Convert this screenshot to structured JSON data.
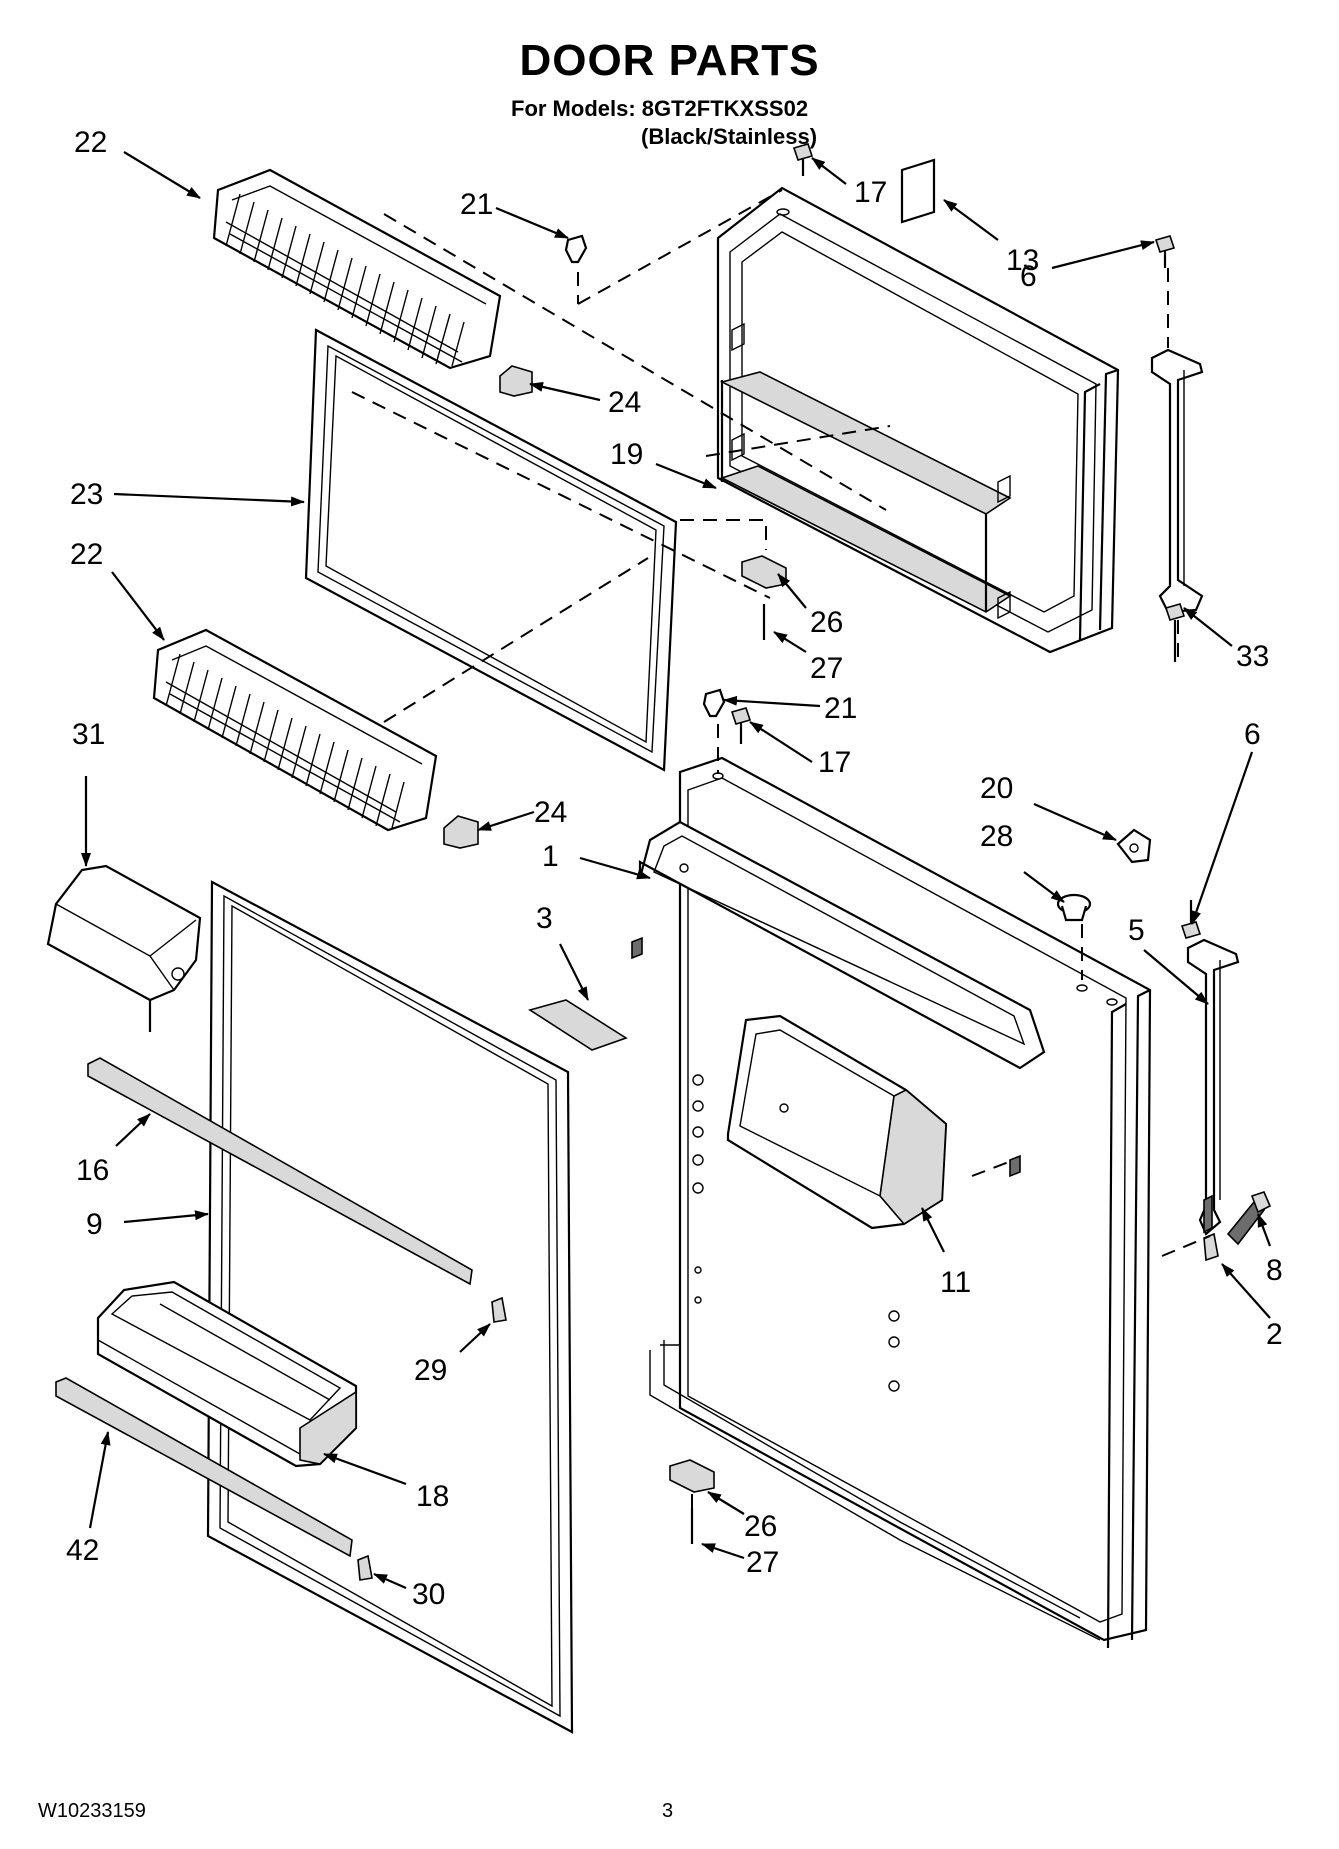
{
  "header": {
    "title": "DOOR PARTS",
    "models_line": "For Models: 8GT2FTKXSS02",
    "variant_line": "(Black/Stainless)"
  },
  "footer": {
    "doc_number": "W10233159",
    "page_number": "3"
  },
  "callouts": {
    "c22a": "22",
    "c21a": "21",
    "c17a": "17",
    "c13": "13",
    "c6a": "6",
    "c24a": "24",
    "c19": "19",
    "c23": "23",
    "c22b": "22",
    "c26a": "26",
    "c27a": "27",
    "c33": "33",
    "c21b": "21",
    "c17b": "17",
    "c6b": "6",
    "c31": "31",
    "c24b": "24",
    "c20": "20",
    "c28": "28",
    "c1": "1",
    "c3": "3",
    "c5": "5",
    "c16": "16",
    "c9": "9",
    "c11": "11",
    "c8": "8",
    "c2": "2",
    "c29": "29",
    "c18": "18",
    "c26b": "26",
    "c42": "42",
    "c27b": "27",
    "c30": "30"
  }
}
